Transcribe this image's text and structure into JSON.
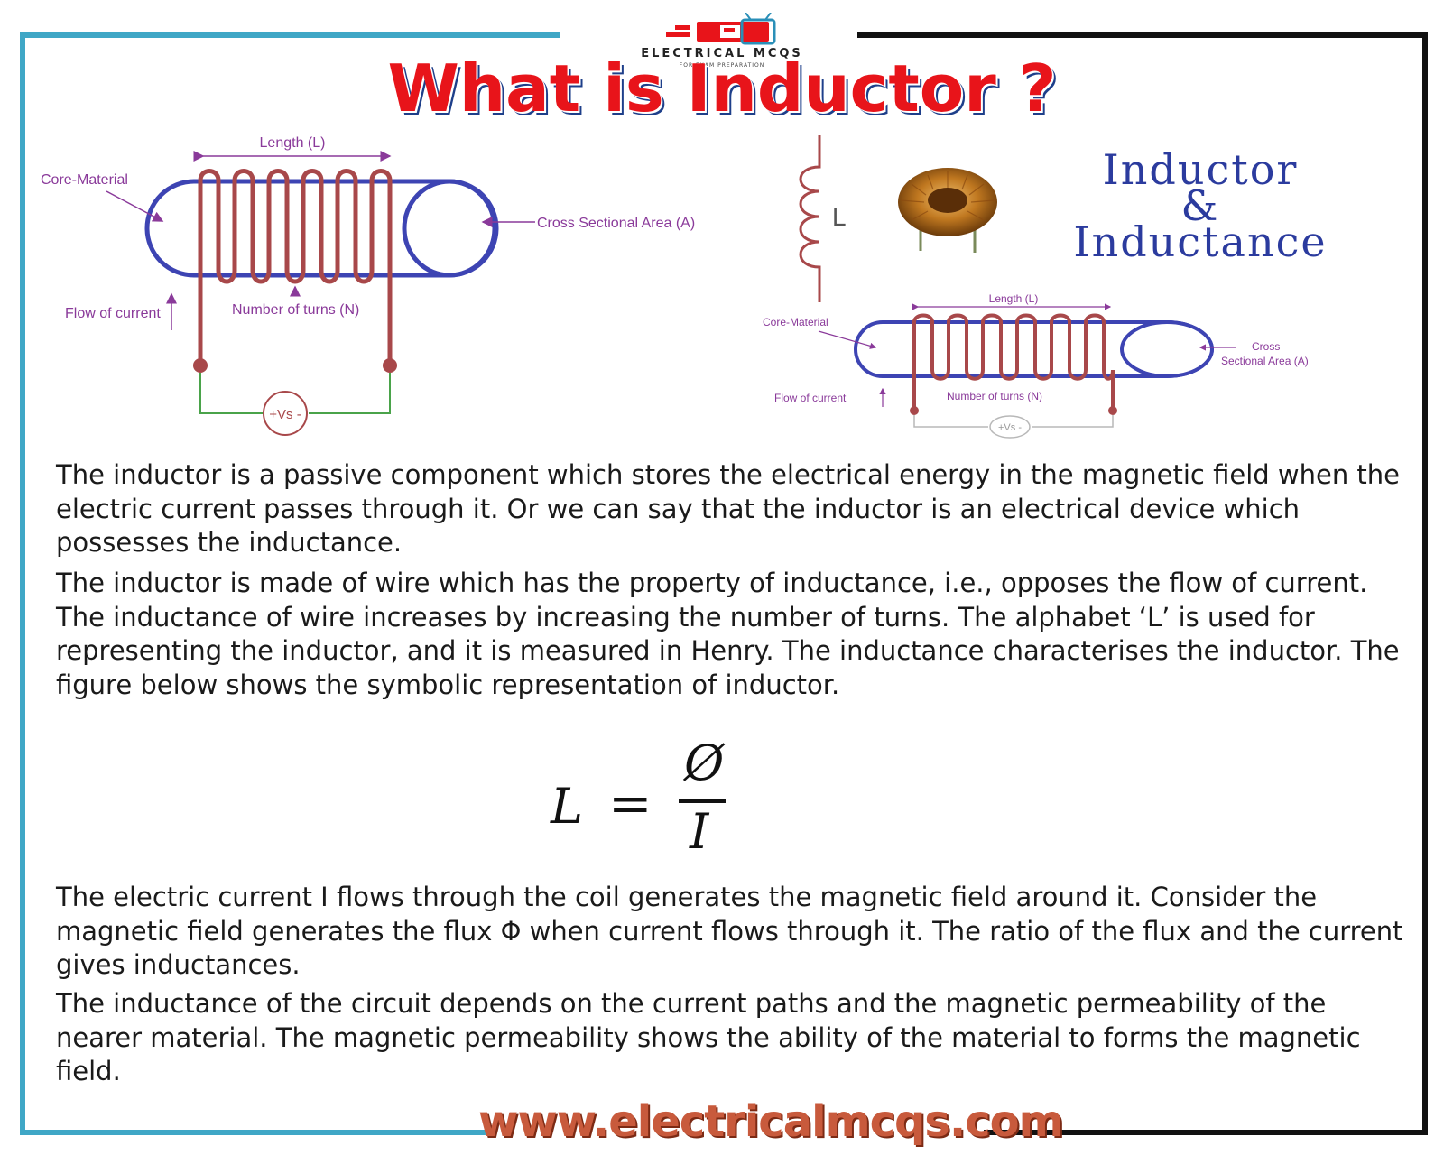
{
  "header": {
    "logo_text": "ELECTRICAL MCQS",
    "logo_tagline": "FOR EXAM PREPARATION",
    "title": "What is Inductor ?"
  },
  "diagram_main": {
    "length_label": "Length (L)",
    "core_label": "Core-Material",
    "area_label": "Cross Sectional Area (A)",
    "flow_label": "Flow of current",
    "turns_label": "Number of turns (N)",
    "source_label": "+Vs -"
  },
  "diagram_small": {
    "length_label": "Length (L)",
    "core_label": "Core-Material",
    "area_label_1": "Cross",
    "area_label_2": "Sectional Area (A)",
    "flow_label": "Flow of current",
    "turns_label": "Number of turns (N)",
    "source_label": "+Vs -"
  },
  "symbol": {
    "label": "L"
  },
  "right_title": {
    "line1": "Inductor",
    "line2": "&",
    "line3": "Inductance"
  },
  "paragraphs": {
    "p1": "The inductor is a passive component which stores the electrical energy in the magnetic field when the electric current passes through it. Or we can say that the inductor is an electrical device which possesses the inductance.",
    "p2": "The inductor is made of wire which has the property of inductance, i.e., opposes the flow of current. The inductance of wire increases by increasing the number of turns. The alphabet ‘L’ is used for representing the inductor, and it is measured in Henry. The inductance characterises the inductor. The figure below shows the symbolic representation of inductor.",
    "p3": "The electric current I flows through the coil generates the magnetic field around it. Consider the magnetic field generates the flux Φ when current flows through it. The ratio of the flux and the current gives inductances.",
    "p4": "The inductance of the circuit depends on the current paths and the magnetic permeability of the nearer material. The magnetic permeability shows the ability of the material to forms the magnetic field."
  },
  "formula": {
    "lhs": "L",
    "eq": "=",
    "numerator": "Ø",
    "denominator": "I"
  },
  "footer": {
    "website": "www.electricalmcqs.com"
  },
  "colors": {
    "title_red": "#e8141a",
    "frame_blue": "#3fa7c6",
    "core_blue": "#3d44b3",
    "coil_red": "#a8484a",
    "label_purple": "#8a3a9a"
  }
}
